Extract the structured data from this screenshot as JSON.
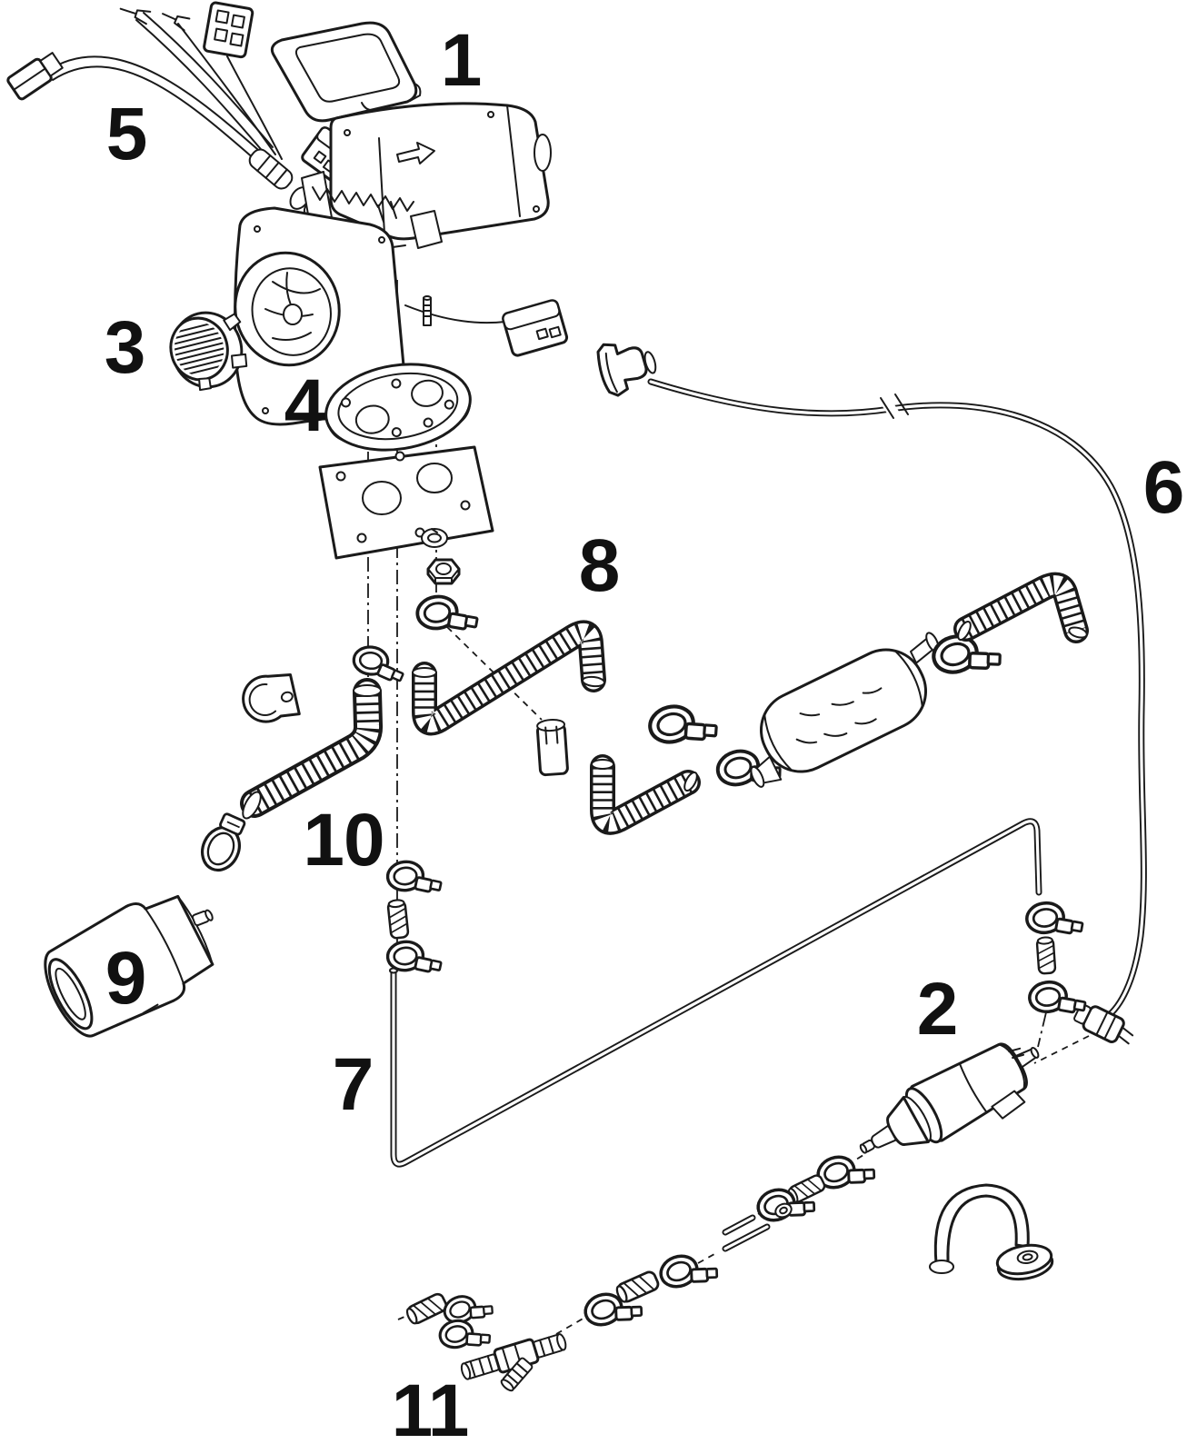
{
  "diagram": {
    "background": "#ffffff",
    "line_color": "#1a1a1a",
    "label_color": "#111111"
  },
  "callouts": [
    {
      "number": "1"
    },
    {
      "number": "2"
    },
    {
      "number": "3"
    },
    {
      "number": "4"
    },
    {
      "number": "5"
    },
    {
      "number": "6"
    },
    {
      "number": "7"
    },
    {
      "number": "8"
    },
    {
      "number": "9"
    },
    {
      "number": "10"
    },
    {
      "number": "11"
    }
  ]
}
